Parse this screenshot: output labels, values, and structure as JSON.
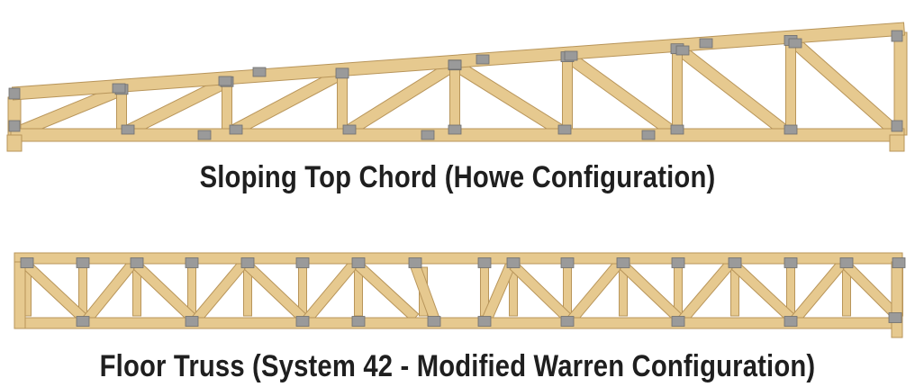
{
  "captions": {
    "sloping": "Sloping Top Chord (Howe Configuration)",
    "floor": "Floor Truss (System 42 - Modified Warren Configuration)"
  },
  "colors": {
    "wood": "#e6c98f",
    "wood_edge": "#b8955a",
    "plate": "#9a9a9a",
    "plate_edge": "#6e6e6e",
    "text": "#1f1f1f"
  },
  "trusses": [
    {
      "name": "sloping-top-chord-truss",
      "label_key": "captions.sloping",
      "configuration": "howe"
    },
    {
      "name": "floor-truss",
      "label_key": "captions.floor",
      "configuration": "modified-warren"
    }
  ]
}
